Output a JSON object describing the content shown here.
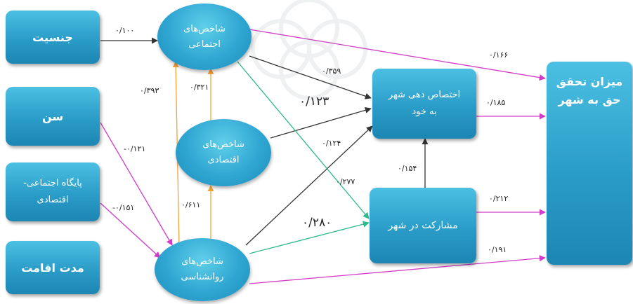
{
  "boxes": {
    "gender": "جنسیت",
    "age": "سن",
    "ses_line1": "پایگاه اجتماعی-",
    "ses_line2": "اقتصادی",
    "residence": "مدت اقامت",
    "appropriation_line1": "اختصاص دهی شهر",
    "appropriation_line2": "به خود",
    "participation": "مشارکت در شهر",
    "outcome_line1": "میزان تحقق",
    "outcome_line2": "حق به شهر"
  },
  "ovals": {
    "social_line1": "شاخص‌های",
    "social_line2": "اجتماعی",
    "economic_line1": "شاخص‌های",
    "economic_line2": "اقتصادی",
    "psych_line1": "شاخص‌های",
    "psych_line2": "روانشناسی"
  },
  "coefficients": {
    "gender_social": "۰/۱۰۰",
    "social_outcome": "۰/۱۶۶",
    "social_approp": "۰/۳۵۹",
    "econ_approp": "۰/۱۲۳",
    "psych_approp": "۰/۱۲۴",
    "approp_outcome": "۰/۱۸۵",
    "psych_social": "۰/۳۹۳",
    "econ_social": "۰/۳۲۱",
    "age_psych": "-۰/۱۲۱",
    "ses_psych": "-۰/۱۵۱",
    "psych_econ": "۰/۶۱۱",
    "social_particip": "۰/۲۷۷",
    "particip_approp": "۰/۱۵۴",
    "psych_particip": "۰/۲۸۰",
    "particip_outcome": "۰/۲۱۲",
    "psych_outcome": "۰/۱۹۱"
  },
  "colors": {
    "box_top": "#4cc0e2",
    "box_bottom": "#1d86b3",
    "arrow_black": "#333333",
    "arrow_magenta": "#d23cc8",
    "arrow_green": "#2dba8a",
    "arrow_orange": "#f2a33a"
  }
}
